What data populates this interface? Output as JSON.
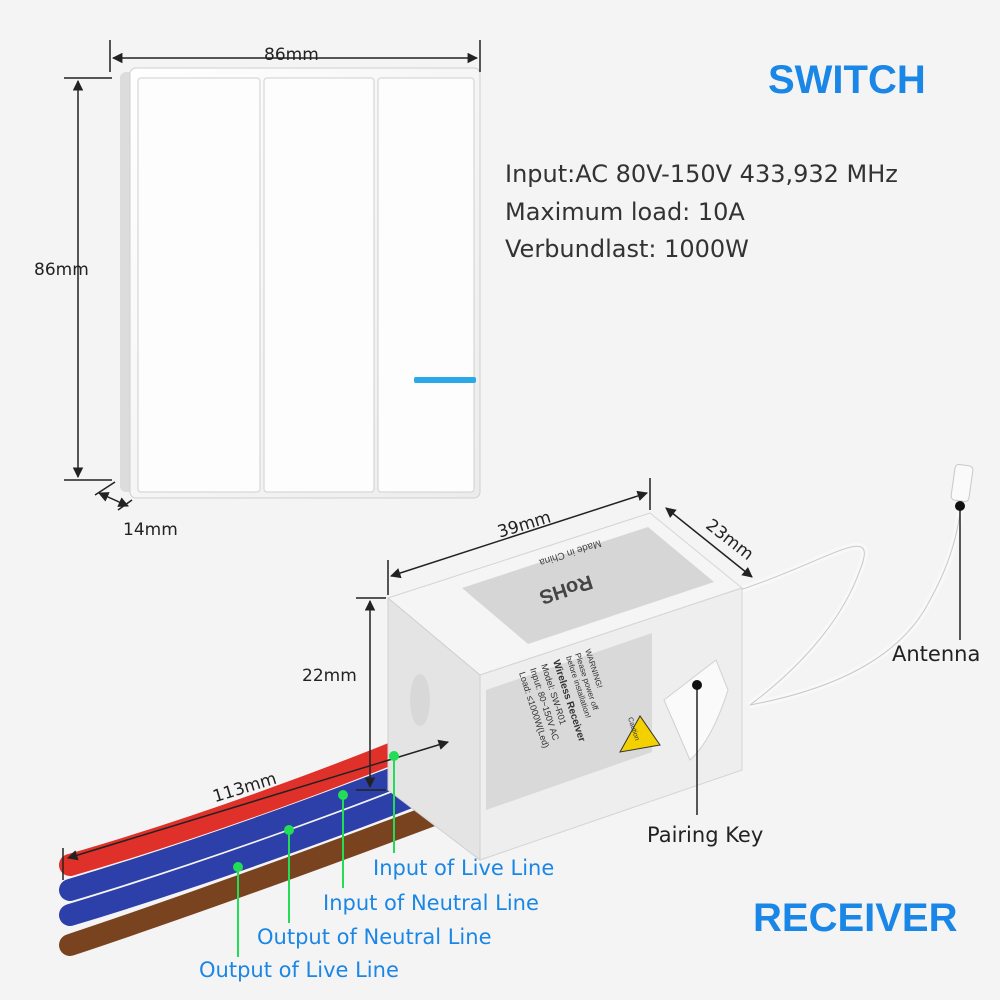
{
  "switch": {
    "title": "SWITCH",
    "width_label": "86mm",
    "height_label": "86mm",
    "depth_label": "14mm",
    "specs": [
      "Input:AC 80V-150V   433,932 MHz",
      "Maximum load: 10A",
      "Verbundlast: 1000W"
    ]
  },
  "receiver": {
    "title": "RECEIVER",
    "length_label": "39mm",
    "depth_label": "23mm",
    "height_label": "22mm",
    "wire_length_label": "113mm",
    "callouts": {
      "antenna": "Antenna",
      "pairing_key": "Pairing Key"
    },
    "wires": [
      {
        "label": "Input of Live Line",
        "color": "#e0302a"
      },
      {
        "label": "Input of Neutral Line",
        "color": "#2d3fa8"
      },
      {
        "label": "Output of Neutral Line",
        "color": "#2d3fa8"
      },
      {
        "label": "Output of Live Line",
        "color": "#7a4320"
      }
    ],
    "top_label": [
      "RoHS",
      "Made in China"
    ],
    "side_label": [
      "WARNING!",
      "Please power off",
      "before installation!",
      "Wireless Receiver",
      "Model: SW-R01",
      "Input: 80~150V  AC",
      "Load: ≤1000W(Led)",
      "Caution"
    ]
  },
  "colors": {
    "accent": "#1a86e6",
    "callout_dot": "#22dd55",
    "indicator": "#2aa8e8"
  }
}
